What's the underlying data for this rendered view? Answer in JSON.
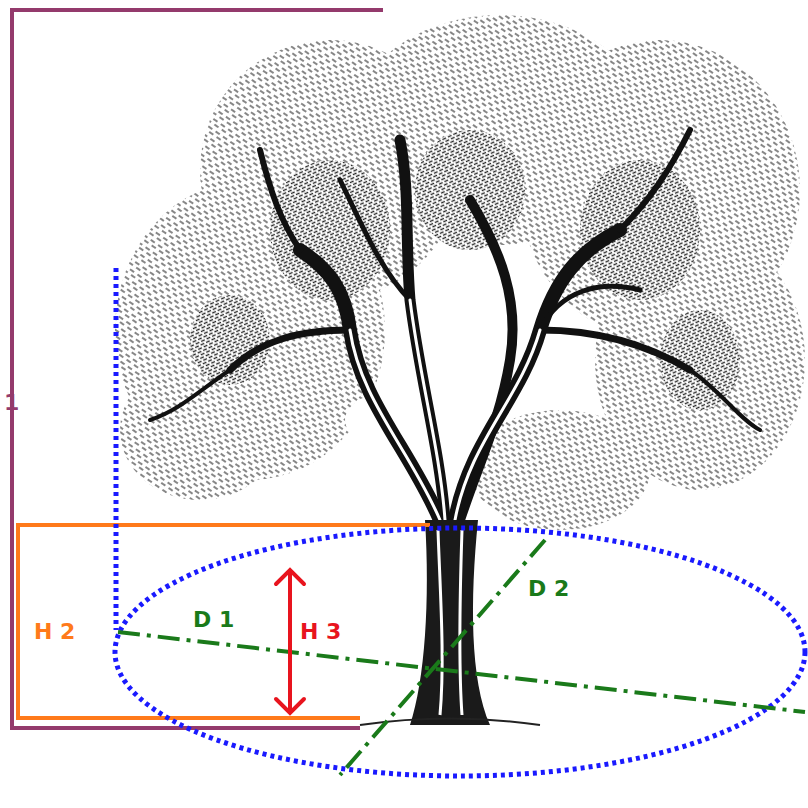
{
  "diagram": {
    "labels": [
      "1",
      "H 2",
      "D 1",
      "H 3",
      "D 2"
    ]
  }
}
